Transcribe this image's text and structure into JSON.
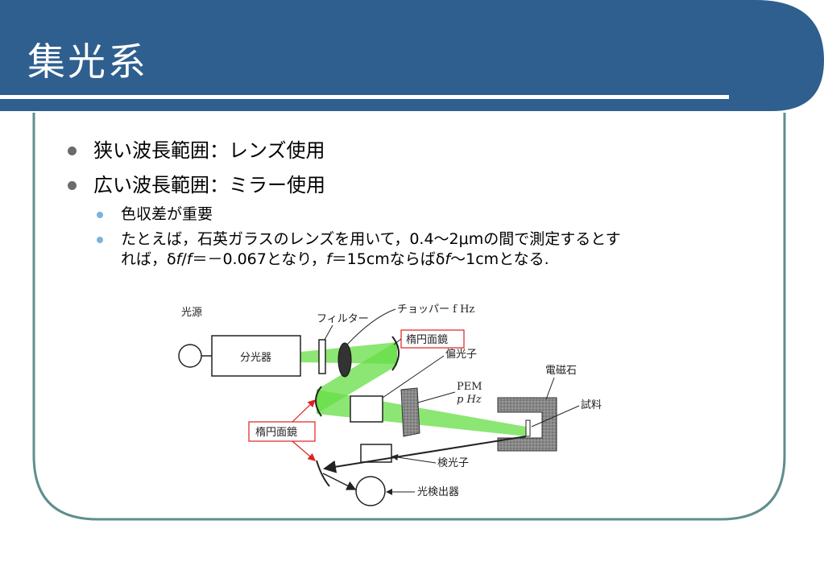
{
  "slide": {
    "title": "集光系",
    "bullets": [
      "狭い波長範囲：レンズ使用",
      "広い波長範囲：ミラー使用"
    ],
    "sub_bullets": {
      "item1": "色収差が重要",
      "item2_line1": "たとえば，石英ガラスのレンズを用いて，0.4〜2μmの間で測定するとす",
      "item2_line2": {
        "a": "れば，δ",
        "f1": "f",
        "b": "/",
        "f2": "f",
        "c": "＝－0.067となり，",
        "f3": "f",
        "d": "＝15cmならばδ",
        "f4": "f",
        "e": "〜1cmとなる."
      }
    }
  },
  "diagram": {
    "labels": {
      "light_source": "光源",
      "spectrometer": "分光器",
      "filter": "フィルター",
      "chopper": "チョッパー f Hz",
      "mirror_top": "楕円面鏡",
      "polarizer": "偏光子",
      "pem_line1": "PEM",
      "pem_line2": "p Hz",
      "electromagnet": "電磁石",
      "sample": "試料",
      "mirror_left": "楕円面鏡",
      "analyzer": "検光子",
      "detector": "光検出器"
    }
  },
  "colors": {
    "header_blue": "#2f5f8f",
    "frame_teal": "#5f8e8e",
    "beam_green": "#66dd44",
    "callout_red": "#e02020"
  }
}
